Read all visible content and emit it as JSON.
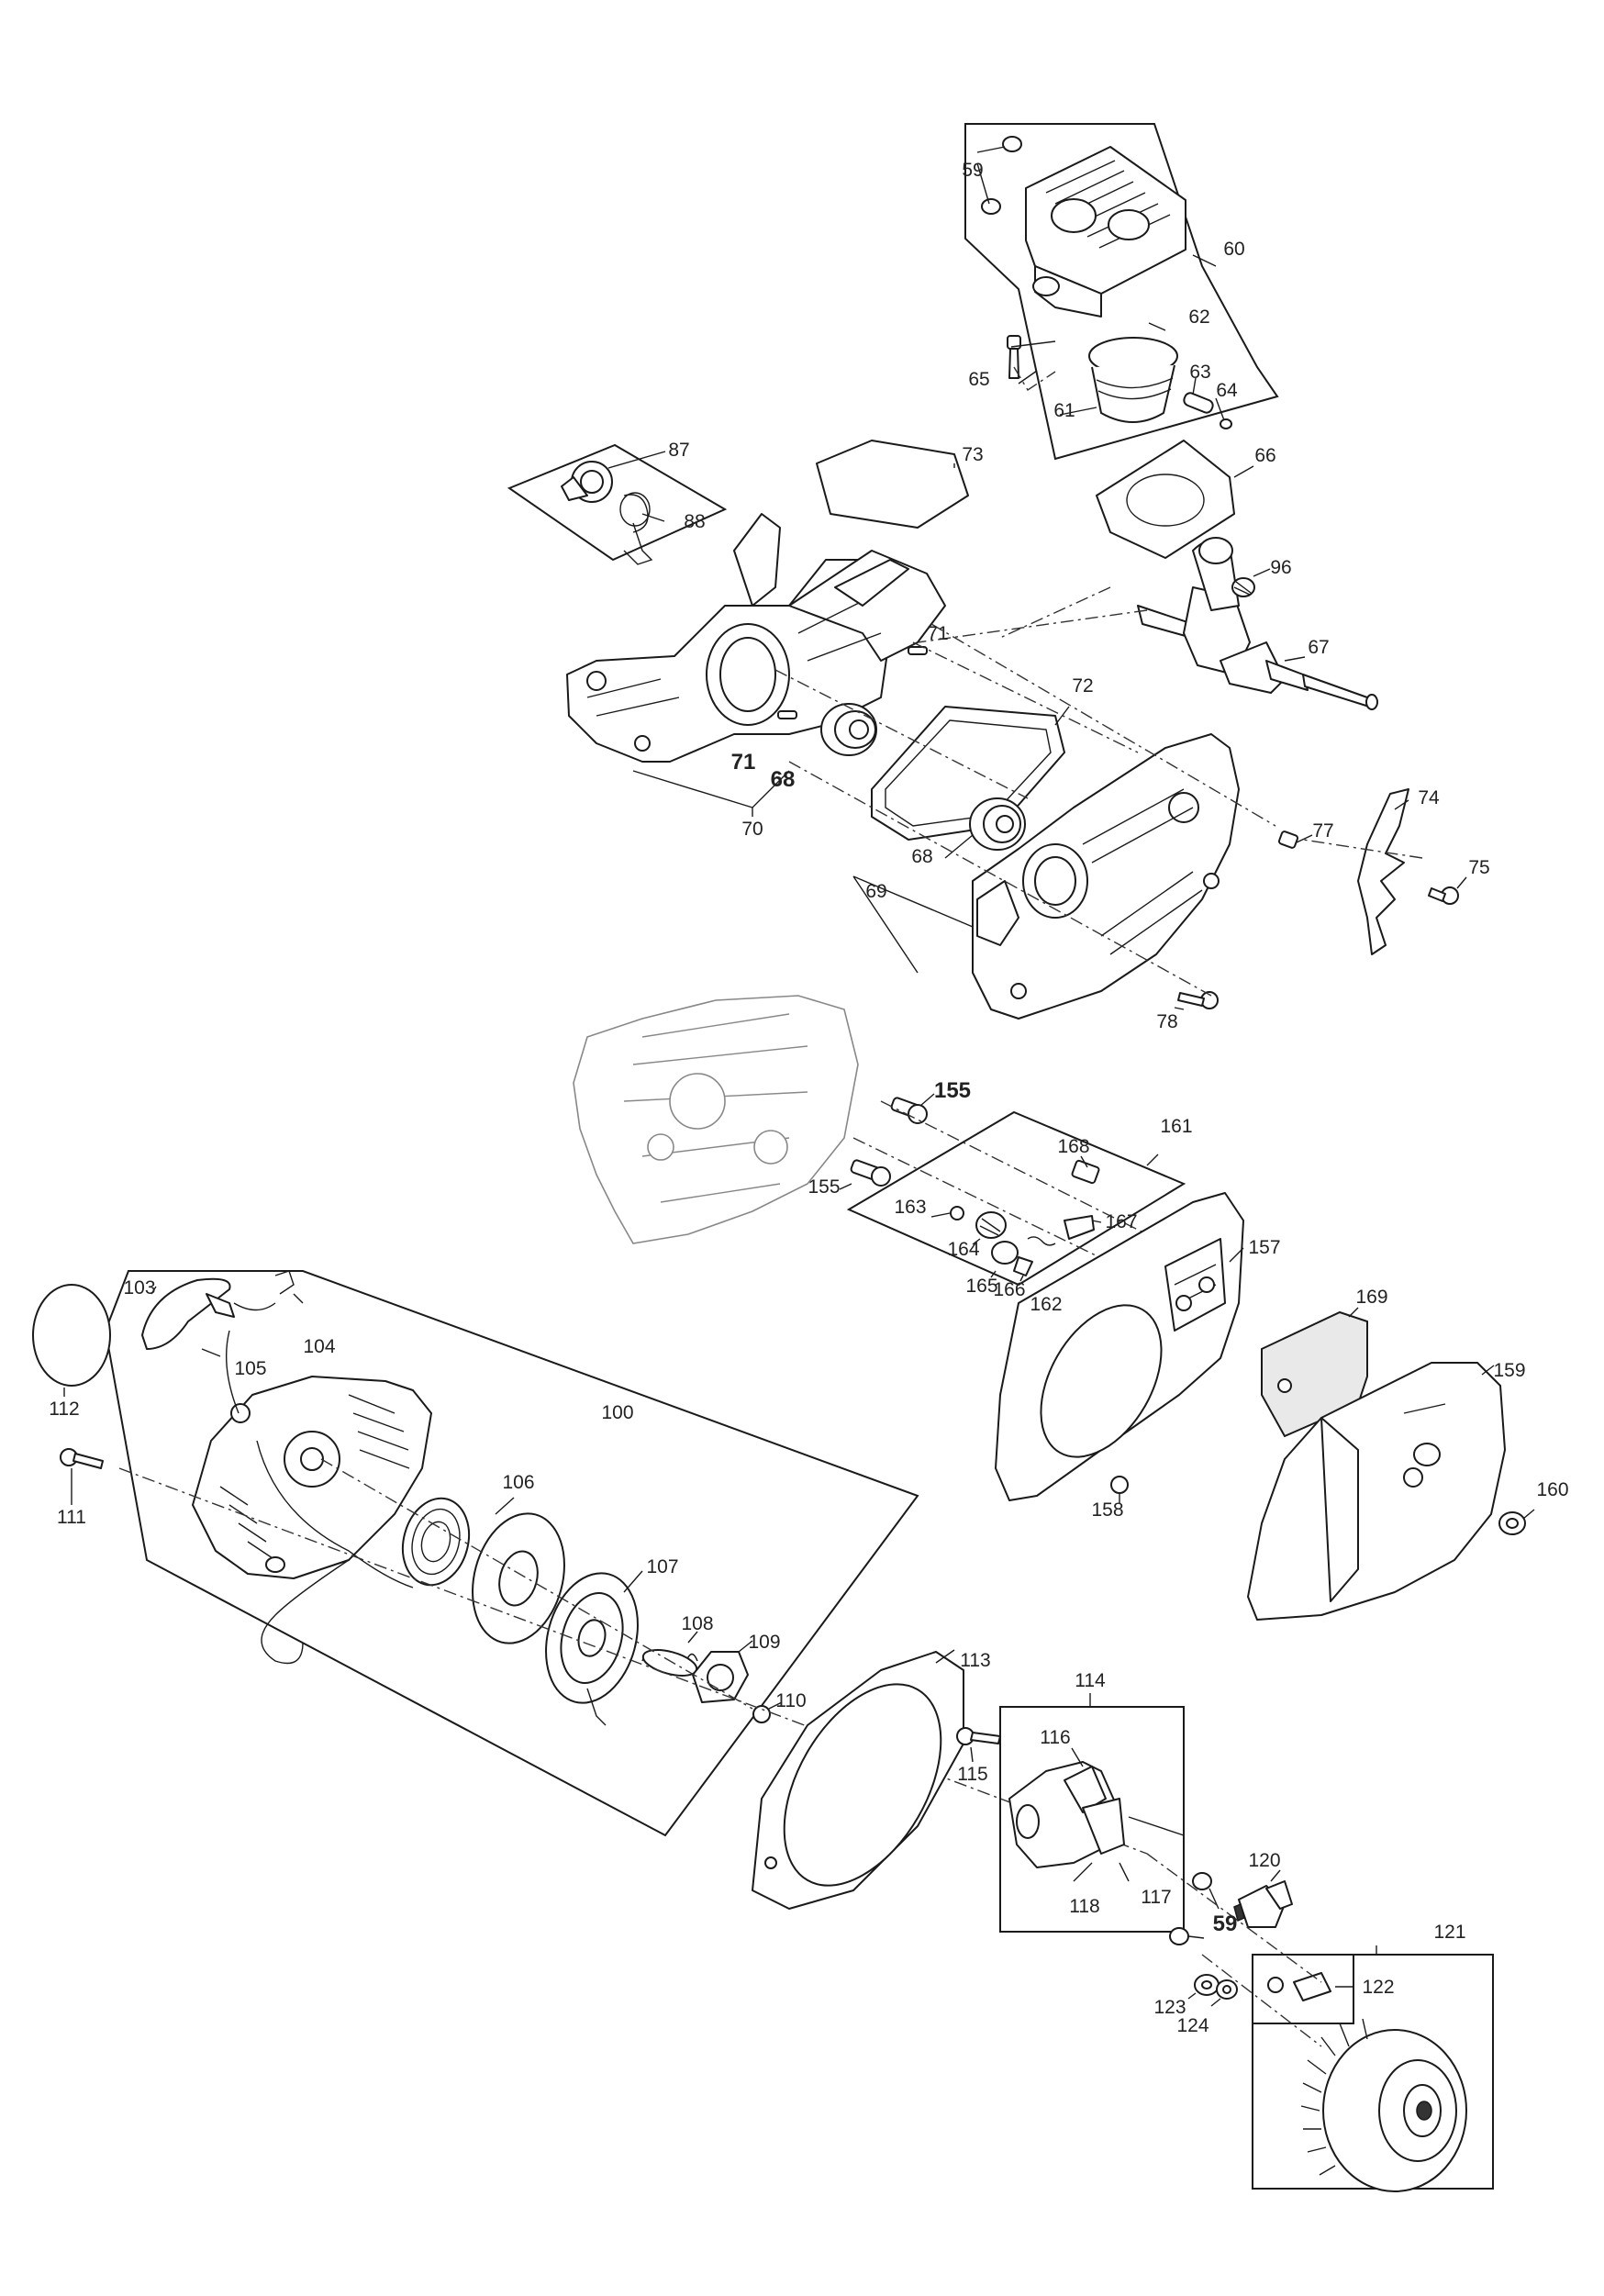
{
  "labels": {
    "p59a": "59",
    "p60": "60",
    "p61": "61",
    "p62": "62",
    "p63": "63",
    "p64": "64",
    "p65": "65",
    "p66": "66",
    "p67": "67",
    "p68a": "68",
    "p68b": "68",
    "p69": "69",
    "p70": "70",
    "p71a": "71",
    "p71b": "71",
    "p72": "72",
    "p73": "73",
    "p74": "74",
    "p75": "75",
    "p77": "77",
    "p78": "78",
    "p87": "87",
    "p88": "88",
    "p96": "96",
    "p100": "100",
    "p103": "103",
    "p104": "104",
    "p105": "105",
    "p106": "106",
    "p107": "107",
    "p108": "108",
    "p109": "109",
    "p110": "110",
    "p111": "111",
    "p112": "112",
    "p113": "113",
    "p114": "114",
    "p115": "115",
    "p116": "116",
    "p117": "117",
    "p118": "118",
    "p59b": "59",
    "p120": "120",
    "p121": "121",
    "p122": "122",
    "p123": "123",
    "p124": "124",
    "p155a": "155",
    "p155b": "155",
    "p157": "157",
    "p158": "158",
    "p159": "159",
    "p160": "160",
    "p161": "161",
    "p162": "162",
    "p163": "163",
    "p164": "164",
    "p165": "165",
    "p166": "166",
    "p167": "167",
    "p168": "168",
    "p169": "169"
  }
}
